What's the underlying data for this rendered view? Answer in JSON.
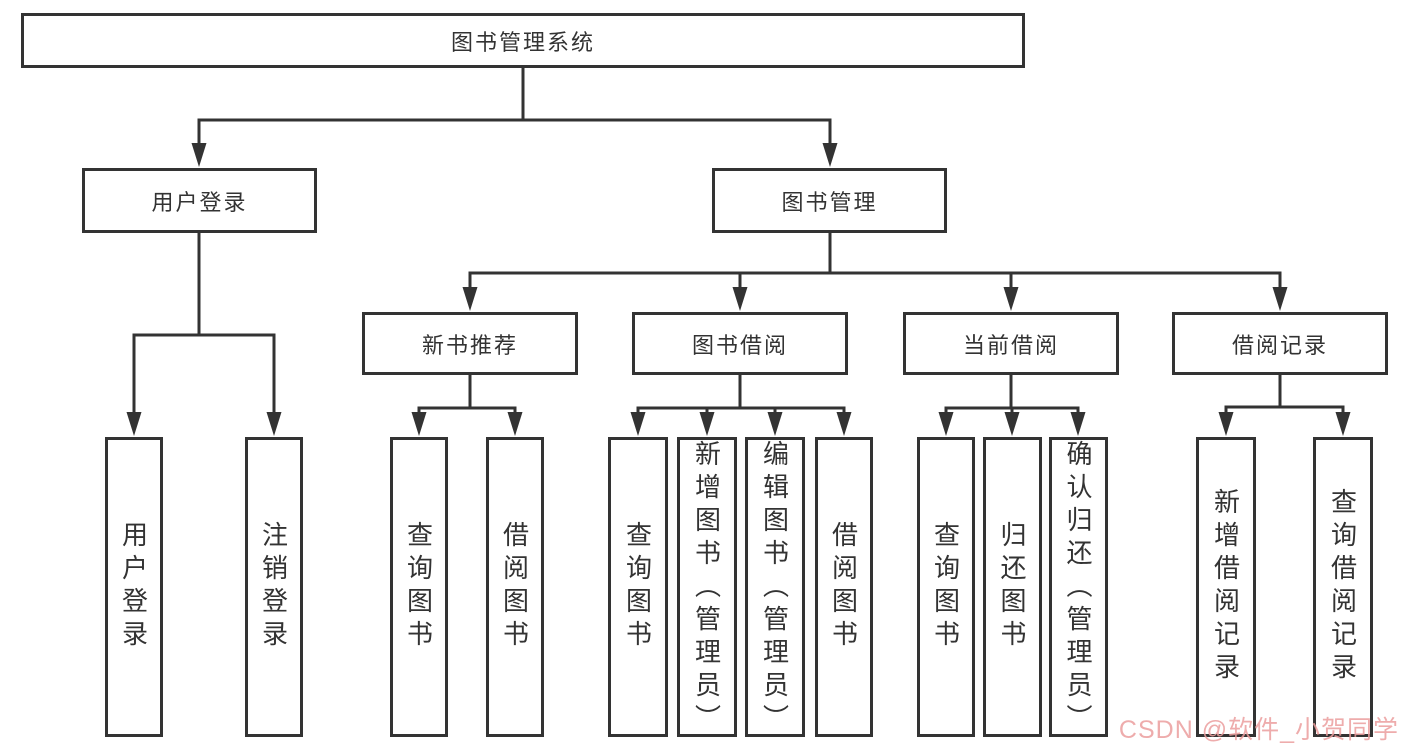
{
  "diagram": {
    "root": {
      "label": "图书管理系统"
    },
    "branches": [
      {
        "label": "用户登录",
        "children": [
          {
            "label": "用户登录"
          },
          {
            "label": "注销登录"
          }
        ]
      },
      {
        "label": "图书管理",
        "groups": [
          {
            "label": "新书推荐",
            "children": [
              {
                "label": "查询图书"
              },
              {
                "label": "借阅图书"
              }
            ]
          },
          {
            "label": "图书借阅",
            "children": [
              {
                "label": "查询图书"
              },
              {
                "label": "新增图书（管理员）"
              },
              {
                "label": "编辑图书（管理员）"
              },
              {
                "label": "借阅图书"
              }
            ]
          },
          {
            "label": "当前借阅",
            "children": [
              {
                "label": "查询图书"
              },
              {
                "label": "归还图书"
              },
              {
                "label": "确认归还（管理员）"
              }
            ]
          },
          {
            "label": "借阅记录",
            "children": [
              {
                "label": "新增借阅记录"
              },
              {
                "label": "查询借阅记录"
              }
            ]
          }
        ]
      }
    ]
  },
  "watermark": {
    "text": "CSDN @软件_小贺同学"
  },
  "colors": {
    "line": "#333333",
    "box_border": "#333333",
    "text": "#333333",
    "background": "#ffffff",
    "watermark": "#eb9e9e"
  }
}
